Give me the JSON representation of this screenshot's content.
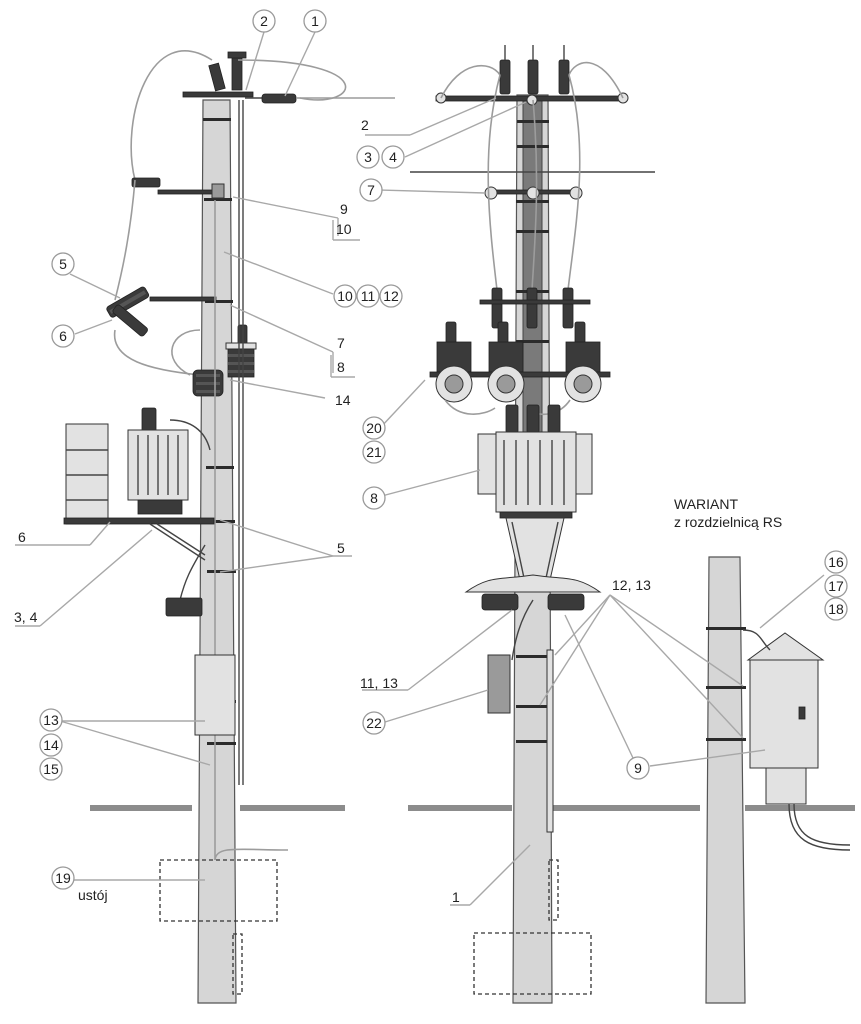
{
  "callouts_circled": {
    "l_1": "1",
    "l_2": "2",
    "l_5": "5",
    "l_6": "6",
    "l_10": "10",
    "l_11": "11",
    "l_12": "12",
    "l_13": "13",
    "l_14": "14",
    "l_15": "15",
    "l_19": "19",
    "m_3": "3",
    "m_4": "4",
    "m_7": "7",
    "m_20": "20",
    "m_21": "21",
    "m_8": "8",
    "m_22": "22",
    "r_16": "16",
    "r_17": "17",
    "r_18": "18",
    "r_9": "9"
  },
  "callouts_boxed": {
    "l_9": "9",
    "l_10b": "10",
    "l_7": "7",
    "l_8": "8",
    "l_14b": "14",
    "l_5b": "5",
    "l_6b": "6",
    "l_34": "3, 4",
    "m_2": "2",
    "m_1113": "11, 13",
    "m_1213": "12, 13",
    "m_1": "1"
  },
  "text": {
    "ustoj": "ustój",
    "variant_title": "WARIANT",
    "variant_subtitle": "z rozdzielnicą RS"
  }
}
